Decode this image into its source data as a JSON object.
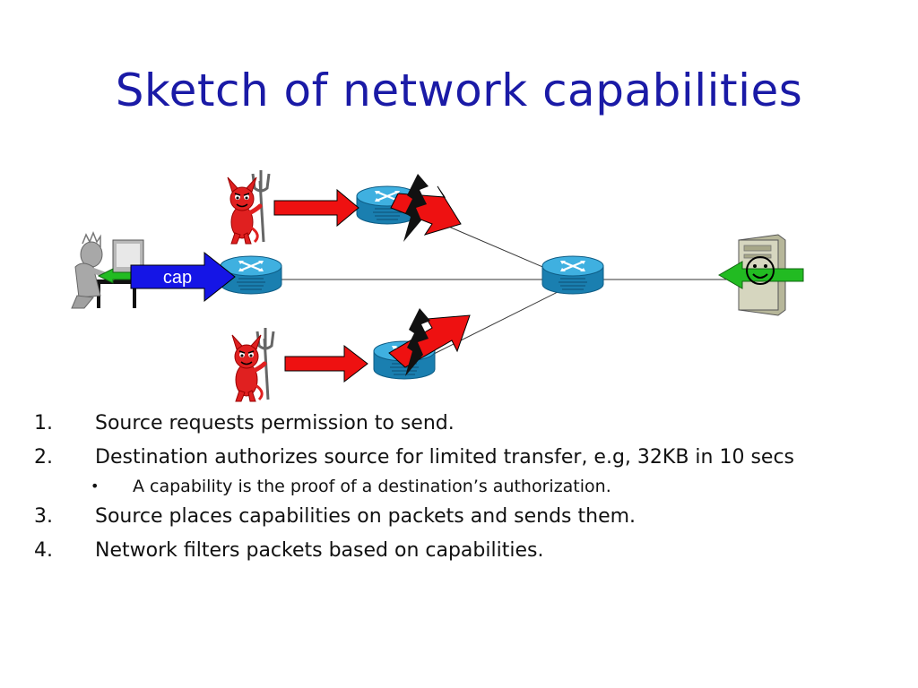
{
  "slide": {
    "title": "Sketch of network capabilities",
    "diagram": {
      "cap_label": "cap"
    },
    "steps": [
      {
        "num": "1.",
        "text": "Source requests permission to send."
      },
      {
        "num": "2.",
        "text": "Destination authorizes source for limited transfer, e.g, 32KB in 10 secs"
      },
      {
        "num": "3.",
        "text": "Source places capabilities on packets and sends them."
      },
      {
        "num": "4.",
        "text": "Network filters packets  based on capabilities."
      }
    ],
    "sub_bullet": {
      "bullet": "•",
      "text": "A capability is the proof of a destination’s  authorization."
    }
  },
  "colors": {
    "title": "#1a1aa6",
    "router": "#1e8fc0",
    "attack_arrow": "#ee1111",
    "cap_arrow": "#1515e6",
    "reply_arrow": "#22bb22",
    "devil": "#e02020"
  },
  "icons": [
    "router-icon",
    "devil-icon",
    "user-at-computer-icon",
    "server-icon",
    "lightning-icon",
    "smiley-icon"
  ]
}
